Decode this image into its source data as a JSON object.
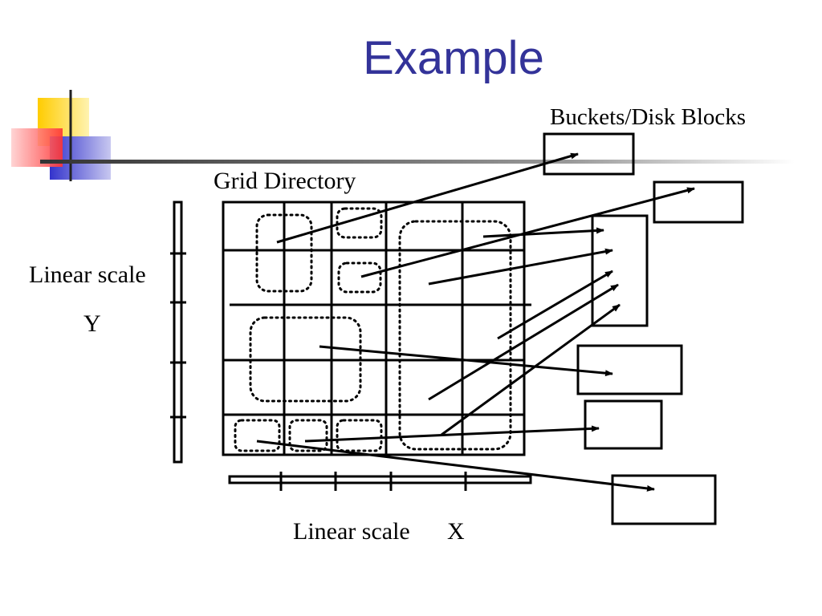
{
  "slide": {
    "title": "Example",
    "buckets_label": "Buckets/Disk Blocks",
    "grid_label": "Grid Directory",
    "linear_scale_y": "Linear scale",
    "y_axis": "Y",
    "linear_scale_x": "Linear scale",
    "x_axis": "X"
  },
  "colors": {
    "title": "#333399",
    "deco_yellow": "#ffcc00",
    "deco_red": "#ff3333",
    "deco_blue": "#3333cc",
    "ink": "#000000"
  }
}
